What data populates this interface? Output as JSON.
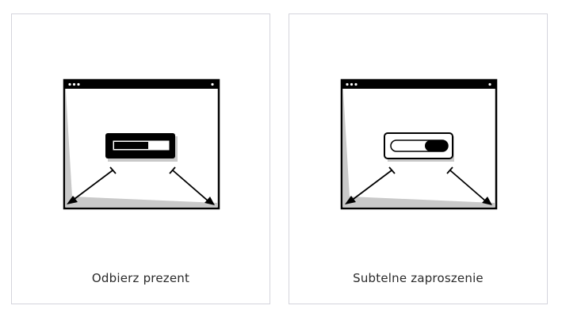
{
  "cards": [
    {
      "label": "Odbierz prezent",
      "illustration_icon": "popup-progress-bar-icon",
      "progress_fraction": 0.6
    },
    {
      "label": "Subtelne zaproszenie",
      "illustration_icon": "popup-toggle-switch-icon",
      "toggle_state": "on"
    }
  ],
  "colors": {
    "card_border": "#d4d4dc",
    "ink": "#000000",
    "shadow": "#c9c9c9",
    "text": "#2a2a2a",
    "background": "#ffffff"
  }
}
